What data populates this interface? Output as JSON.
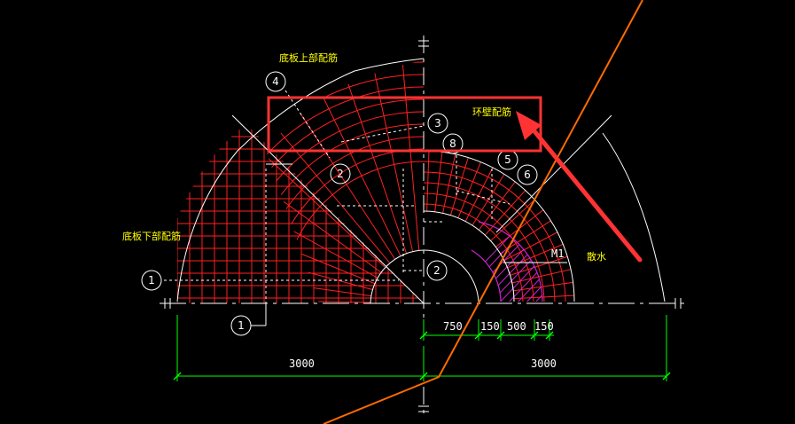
{
  "labels": {
    "bottom_slab_top_rebar": "底板上部配筋",
    "bottom_slab_bottom_rebar": "底板下部配筋",
    "ring_wall_rebar": "环壁配筋",
    "drain": "散水",
    "door": "M1"
  },
  "bubbles": {
    "b1_left": "1",
    "b1_bottom": "1",
    "b2_upper": "2",
    "b2_lower": "2",
    "b3": "3",
    "b4": "4",
    "b5": "5",
    "b6": "6",
    "b8": "8"
  },
  "dimensions": {
    "d750": "750",
    "d150a": "150",
    "d500": "500",
    "d150b": "150",
    "left_total": "3000",
    "right_total": "3000"
  },
  "colors": {
    "background": "#000000",
    "rebar": "#ff2020",
    "outline": "#ffffff",
    "dimension": "#00ff00",
    "annotation_text": "#ffff00",
    "highlight": "#ff3333",
    "hatch": "#cc22cc",
    "diagonal": "#ff6a00"
  }
}
